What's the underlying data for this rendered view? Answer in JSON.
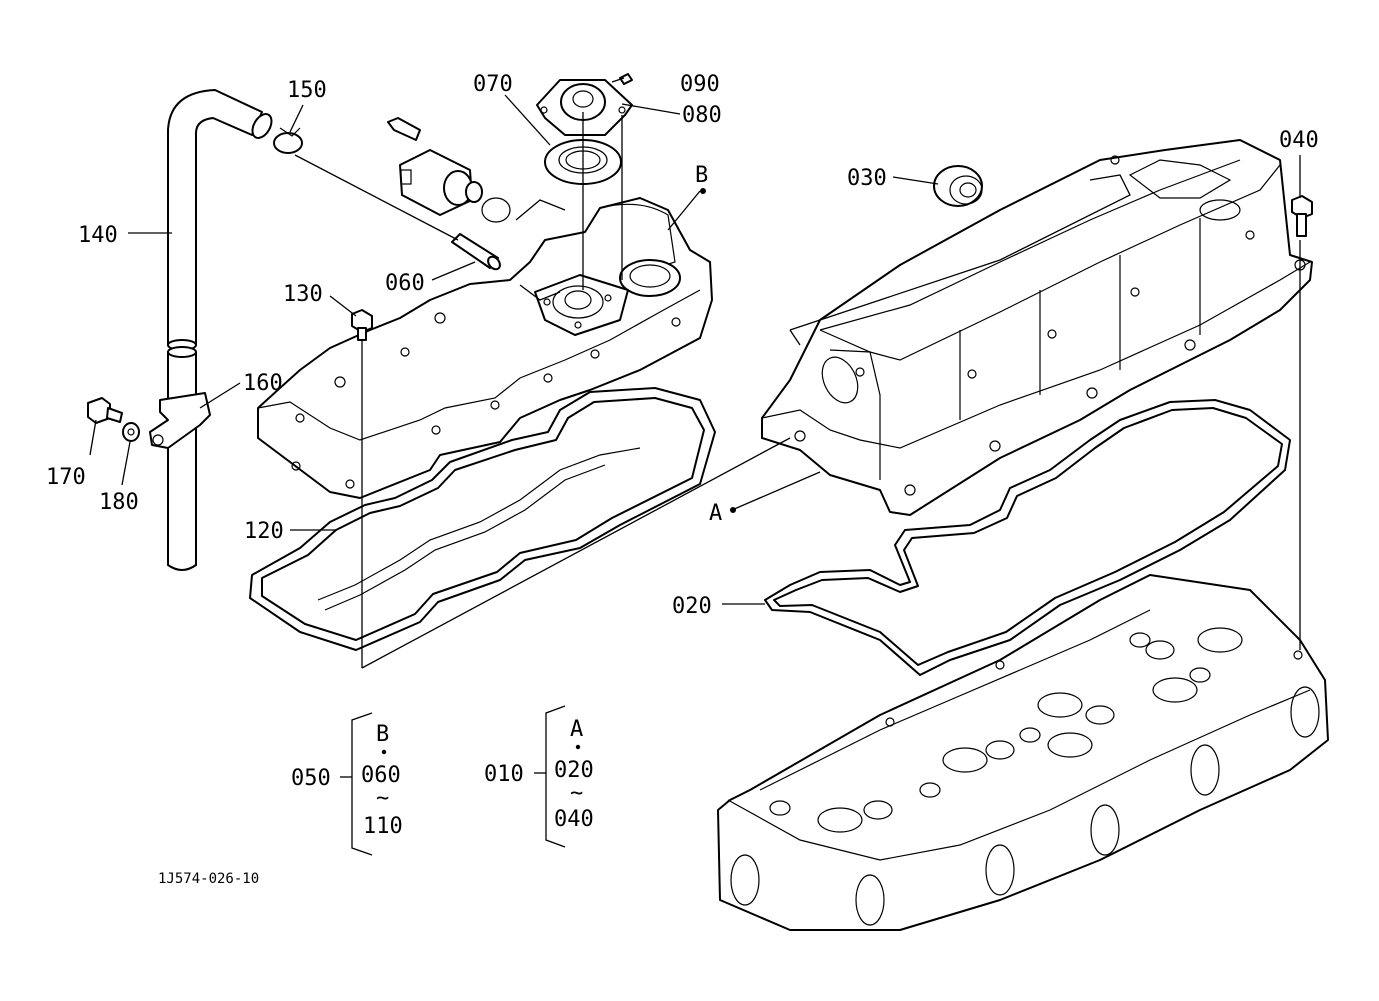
{
  "callouts": {
    "p150": "150",
    "p070": "070",
    "p090": "090",
    "p080": "080",
    "pB": "B",
    "p030": "030",
    "p040": "040",
    "p140": "140",
    "p060": "060",
    "p130": "130",
    "p160": "160",
    "p170": "170",
    "p180": "180",
    "p120": "120",
    "pA": "A",
    "p020": "020"
  },
  "legend_b": {
    "ref": "050",
    "top": "B",
    "from": "060",
    "tilde": "~",
    "to": "110"
  },
  "legend_a": {
    "ref": "010",
    "top": "A",
    "from": "020",
    "tilde": "~",
    "to": "040"
  },
  "drawing_code": "1J574-026-10"
}
